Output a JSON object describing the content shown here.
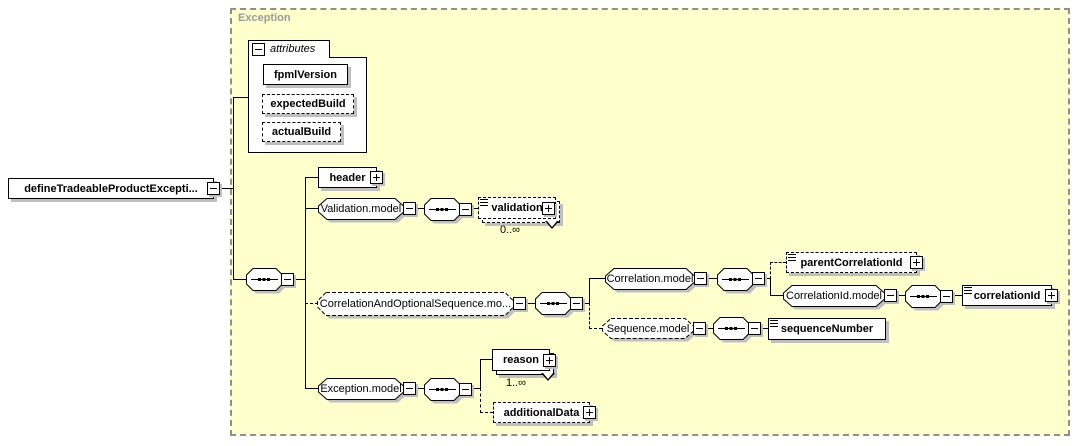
{
  "panel": {
    "label": "Exception"
  },
  "root": {
    "label": "defineTradeableProductExcepti..."
  },
  "attributes_group": {
    "label": "attributes",
    "items": [
      {
        "label": "fpmlVersion"
      },
      {
        "label": "expectedBuild"
      },
      {
        "label": "actualBuild"
      }
    ]
  },
  "nodes": {
    "header": {
      "label": "header"
    },
    "validation_model": {
      "label": "Validation.model"
    },
    "validation": {
      "label": "validation",
      "occurrence": "0..∞"
    },
    "correlation_and_optional_sequence_model": {
      "label": "CorrelationAndOptionalSequence.mo..."
    },
    "correlation_model": {
      "label": "Correlation.model"
    },
    "parent_correlation_id": {
      "label": "parentCorrelationId"
    },
    "correlation_id_model": {
      "label": "CorrelationId.model"
    },
    "correlation_id": {
      "label": "correlationId"
    },
    "sequence_model": {
      "label": "Sequence.model"
    },
    "sequence_number": {
      "label": "sequenceNumber"
    },
    "exception_model": {
      "label": "Exception.model"
    },
    "reason": {
      "label": "reason",
      "occurrence": "1..∞"
    },
    "additional_data": {
      "label": "additionalData"
    }
  },
  "colors": {
    "panel_fill": "#ffffcc",
    "panel_border": "#8f8f8f",
    "shadow": "#bfbfbf",
    "panel_label": "#9a9a9a"
  }
}
